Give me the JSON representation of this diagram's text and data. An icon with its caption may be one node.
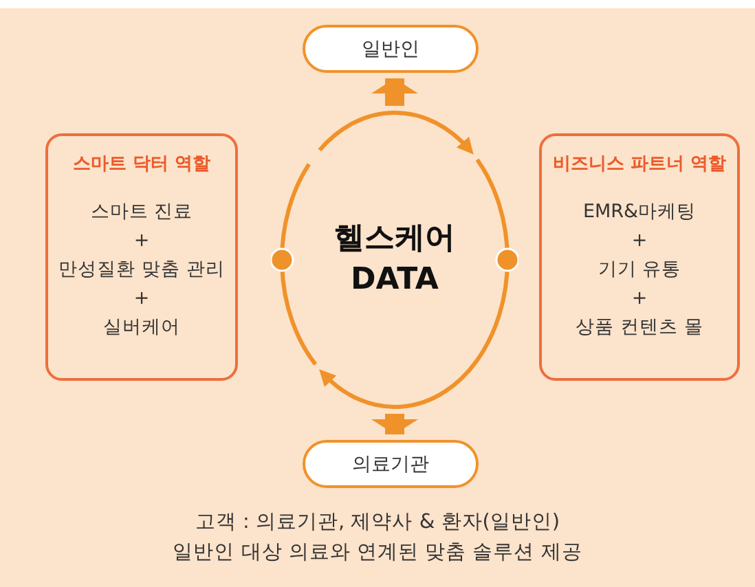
{
  "diagram": {
    "nodes": [
      {
        "text": [
          "일반인"
        ]
      },
      {
        "text": [
          "헬스케어 DATA"
        ]
      },
      {
        "text": [
          "의료기관"
        ]
      },
      {
        "text": [
          "스마트 닥터 역할",
          "스마트 진료",
          "+",
          "만성질환 맞춤 관리",
          "+",
          "실버케어"
        ]
      },
      {
        "text": [
          "비즈니스 파트너 역할",
          "EMR&마케팅",
          "+",
          "기기 유통",
          "+",
          "상품 컨텐츠 몰"
        ]
      }
    ],
    "edges": [
      {
        "from": 1,
        "to": 0,
        "arrow": "to"
      },
      {
        "from": 1,
        "to": 2,
        "arrow": "to"
      }
    ],
    "labels": [
      "고객 : 의료기관, 제약사 & 환자(일반인)",
      "일반인 대상 의료와 연계된 맞춤 솔루션 제공"
    ]
  }
}
